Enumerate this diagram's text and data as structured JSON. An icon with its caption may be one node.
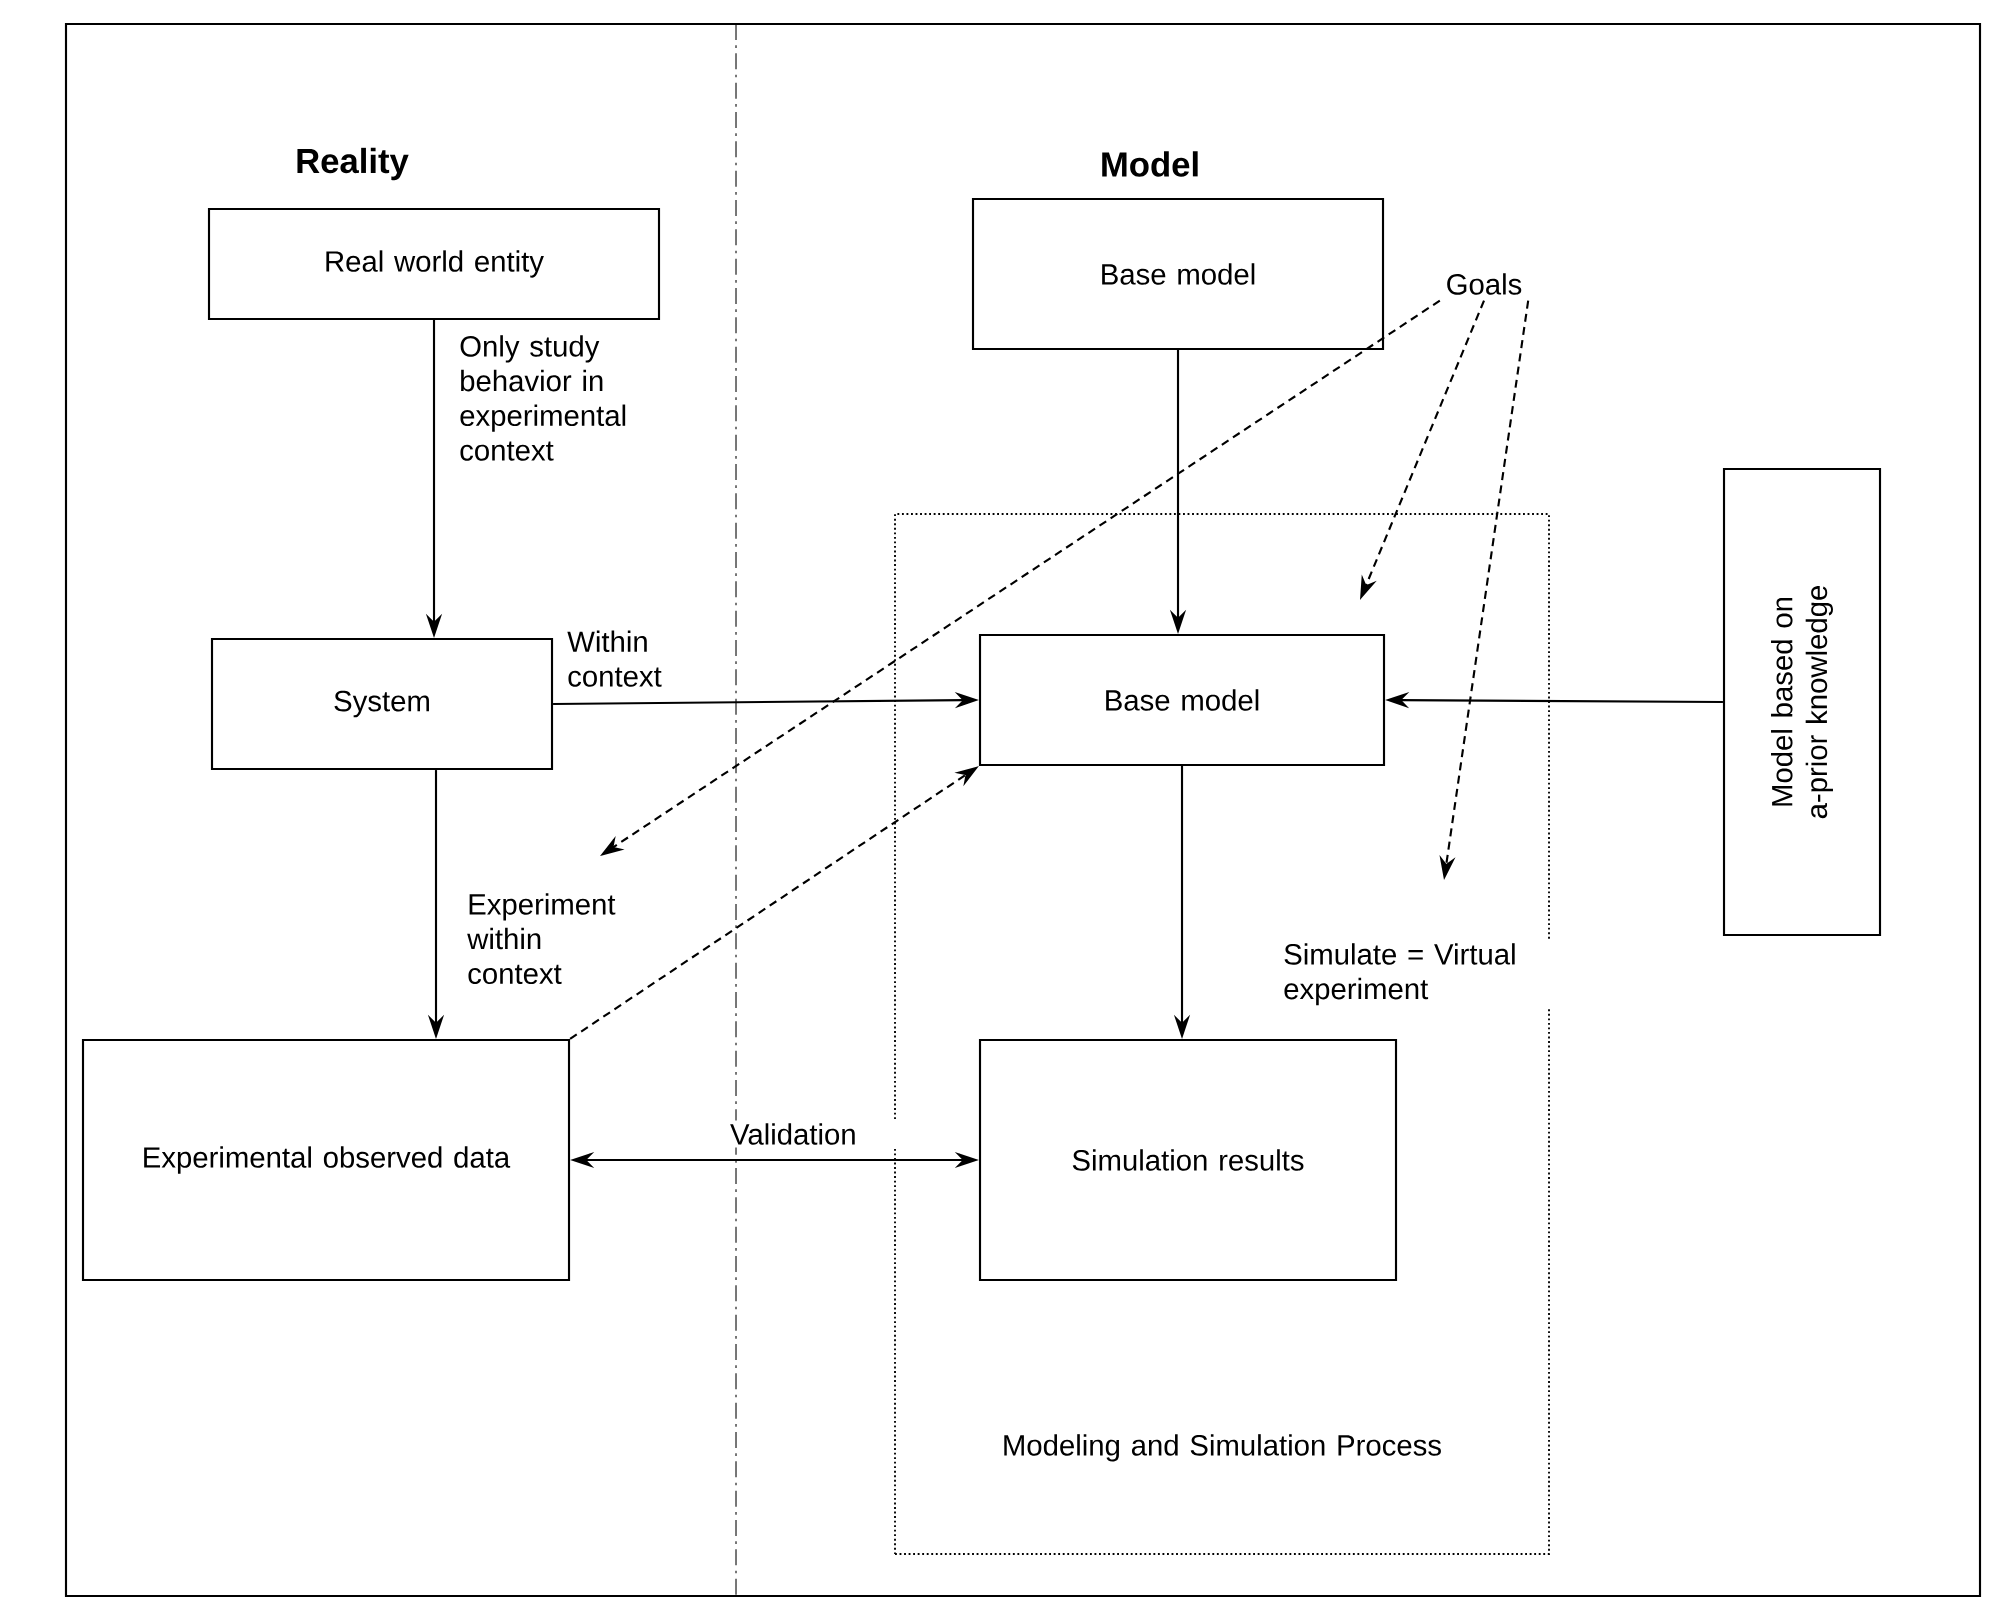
{
  "diagram": {
    "nodes": [
      {
        "text": [
          "Real world entity"
        ]
      },
      {
        "text": [
          "System"
        ]
      },
      {
        "text": [
          "Experimental observed data"
        ]
      },
      {
        "text": [
          "Modeling and Simulation Process"
        ]
      },
      {
        "text": [
          "Base model"
        ]
      },
      {
        "text": [
          "Base model"
        ],
        "in": 3
      },
      {
        "text": [
          "Simulation results"
        ],
        "in": 3
      },
      {
        "text": [
          "Goals"
        ]
      },
      {
        "text": [
          "Model based on a-prior knowledge"
        ]
      }
    ],
    "edges": [
      {
        "from": 0,
        "to": 1,
        "arrow": "to",
        "label": "Only study behavior in experimental context"
      },
      {
        "from": 1,
        "to": 5,
        "arrow": "to",
        "label": "Within context"
      },
      {
        "from": 1,
        "to": 2,
        "arrow": "to",
        "label": "Experiment within context"
      },
      {
        "from": 2,
        "to": 6,
        "arrow": "both",
        "label": "Validation"
      },
      {
        "from": 4,
        "to": 5,
        "arrow": "to"
      },
      {
        "from": 5,
        "to": 6,
        "arrow": "to",
        "label": "Simulate = Virtual experiment"
      },
      {
        "from": 8,
        "to": 5,
        "arrow": "to"
      },
      {
        "from": 2,
        "to": 5,
        "arrow": "to",
        "style": "dashed"
      },
      {
        "from": 7,
        "to": null,
        "arrow": "to",
        "style": "dashed"
      },
      {
        "from": 7,
        "to": null,
        "arrow": "to",
        "style": "dashed"
      },
      {
        "from": 7,
        "to": null,
        "arrow": "to",
        "style": "dashed"
      }
    ],
    "labels": [
      "Reality",
      "Model"
    ]
  }
}
